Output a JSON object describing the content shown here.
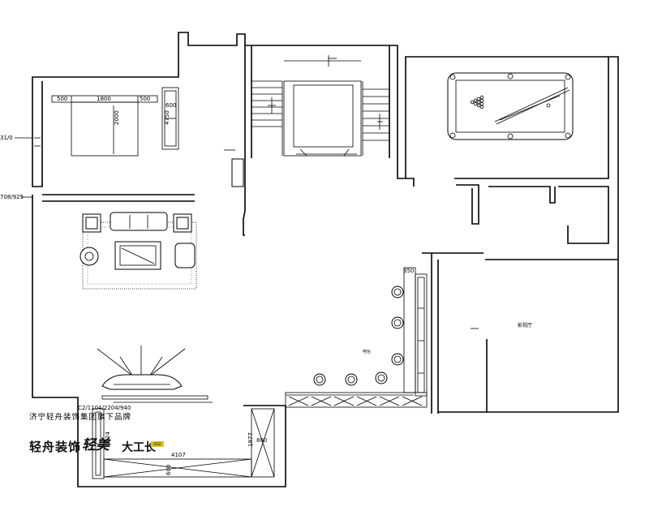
{
  "labels": {
    "bed_left": "500",
    "bed_width": "1800",
    "bed_right": "500",
    "bed_length": "2000",
    "wardrobe_w": "600",
    "wardrobe_h": "4750",
    "left_dim_1": "31/0",
    "left_dim_2": "708/925",
    "bar_dim": "350",
    "bottom_width": "4107",
    "bottom_side": "1977",
    "bottom_side_b": "800",
    "bottom_inner": "600",
    "bottom_left": "3024",
    "floor_dim": "C2/1104/2204/940",
    "bar_label": "吧台",
    "room_label": "影视厅"
  },
  "caption": "济宁轻舟装饰集团旗下品牌",
  "logos": {
    "a": "轻舟装饰",
    "b": "轻美",
    "c": "大工长",
    "c_tag": "DGZ"
  }
}
